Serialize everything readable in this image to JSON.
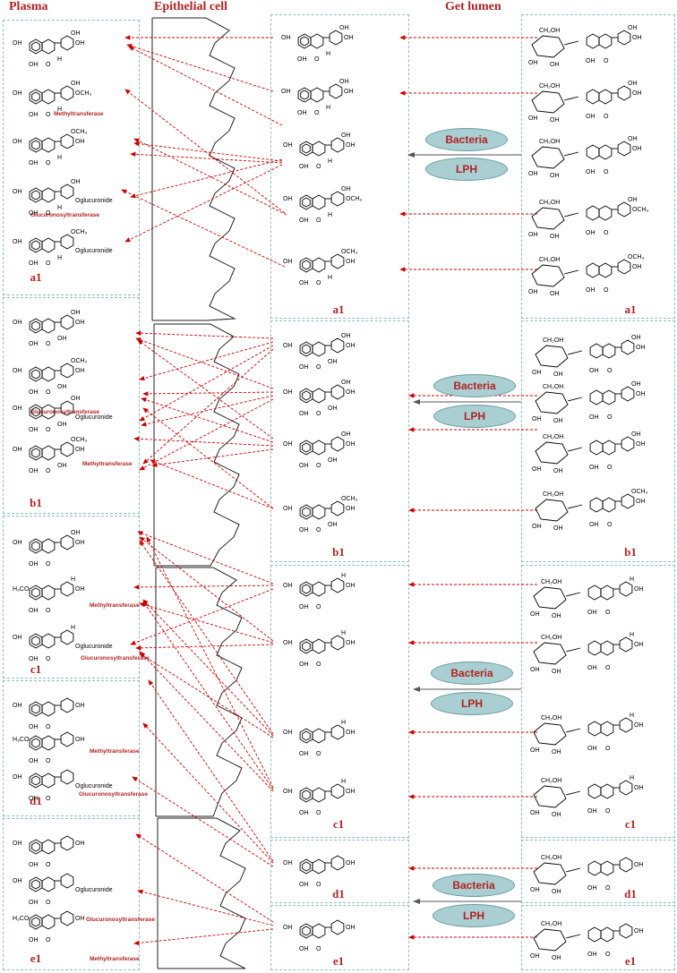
{
  "headers": {
    "plasma": "Plasma",
    "epithelial": "Epithelial cell",
    "lumen": "Get lumen"
  },
  "enzymes": {
    "bacteria": "Bacteria",
    "lph": "LPH"
  },
  "enzyme_labels": {
    "methyl": "Methyltransferase",
    "glucuronosyl": "Glucuronosyltransferase"
  },
  "substituents": {
    "oh": "OH",
    "och3": "OCH₃",
    "oglucuronide": "Oglucuronide",
    "h": "H",
    "h3co": "H₃CO",
    "ch2oh": "CH₂OH"
  },
  "groups": {
    "a1": "a1",
    "b1": "b1",
    "c1": "c1",
    "d1": "d1",
    "e1": "e1"
  },
  "colors": {
    "arrow_red": "#cc0000",
    "box_border": "#8fbcbc",
    "pill_fill": "#a9cfd2",
    "label_red": "#b22222"
  }
}
